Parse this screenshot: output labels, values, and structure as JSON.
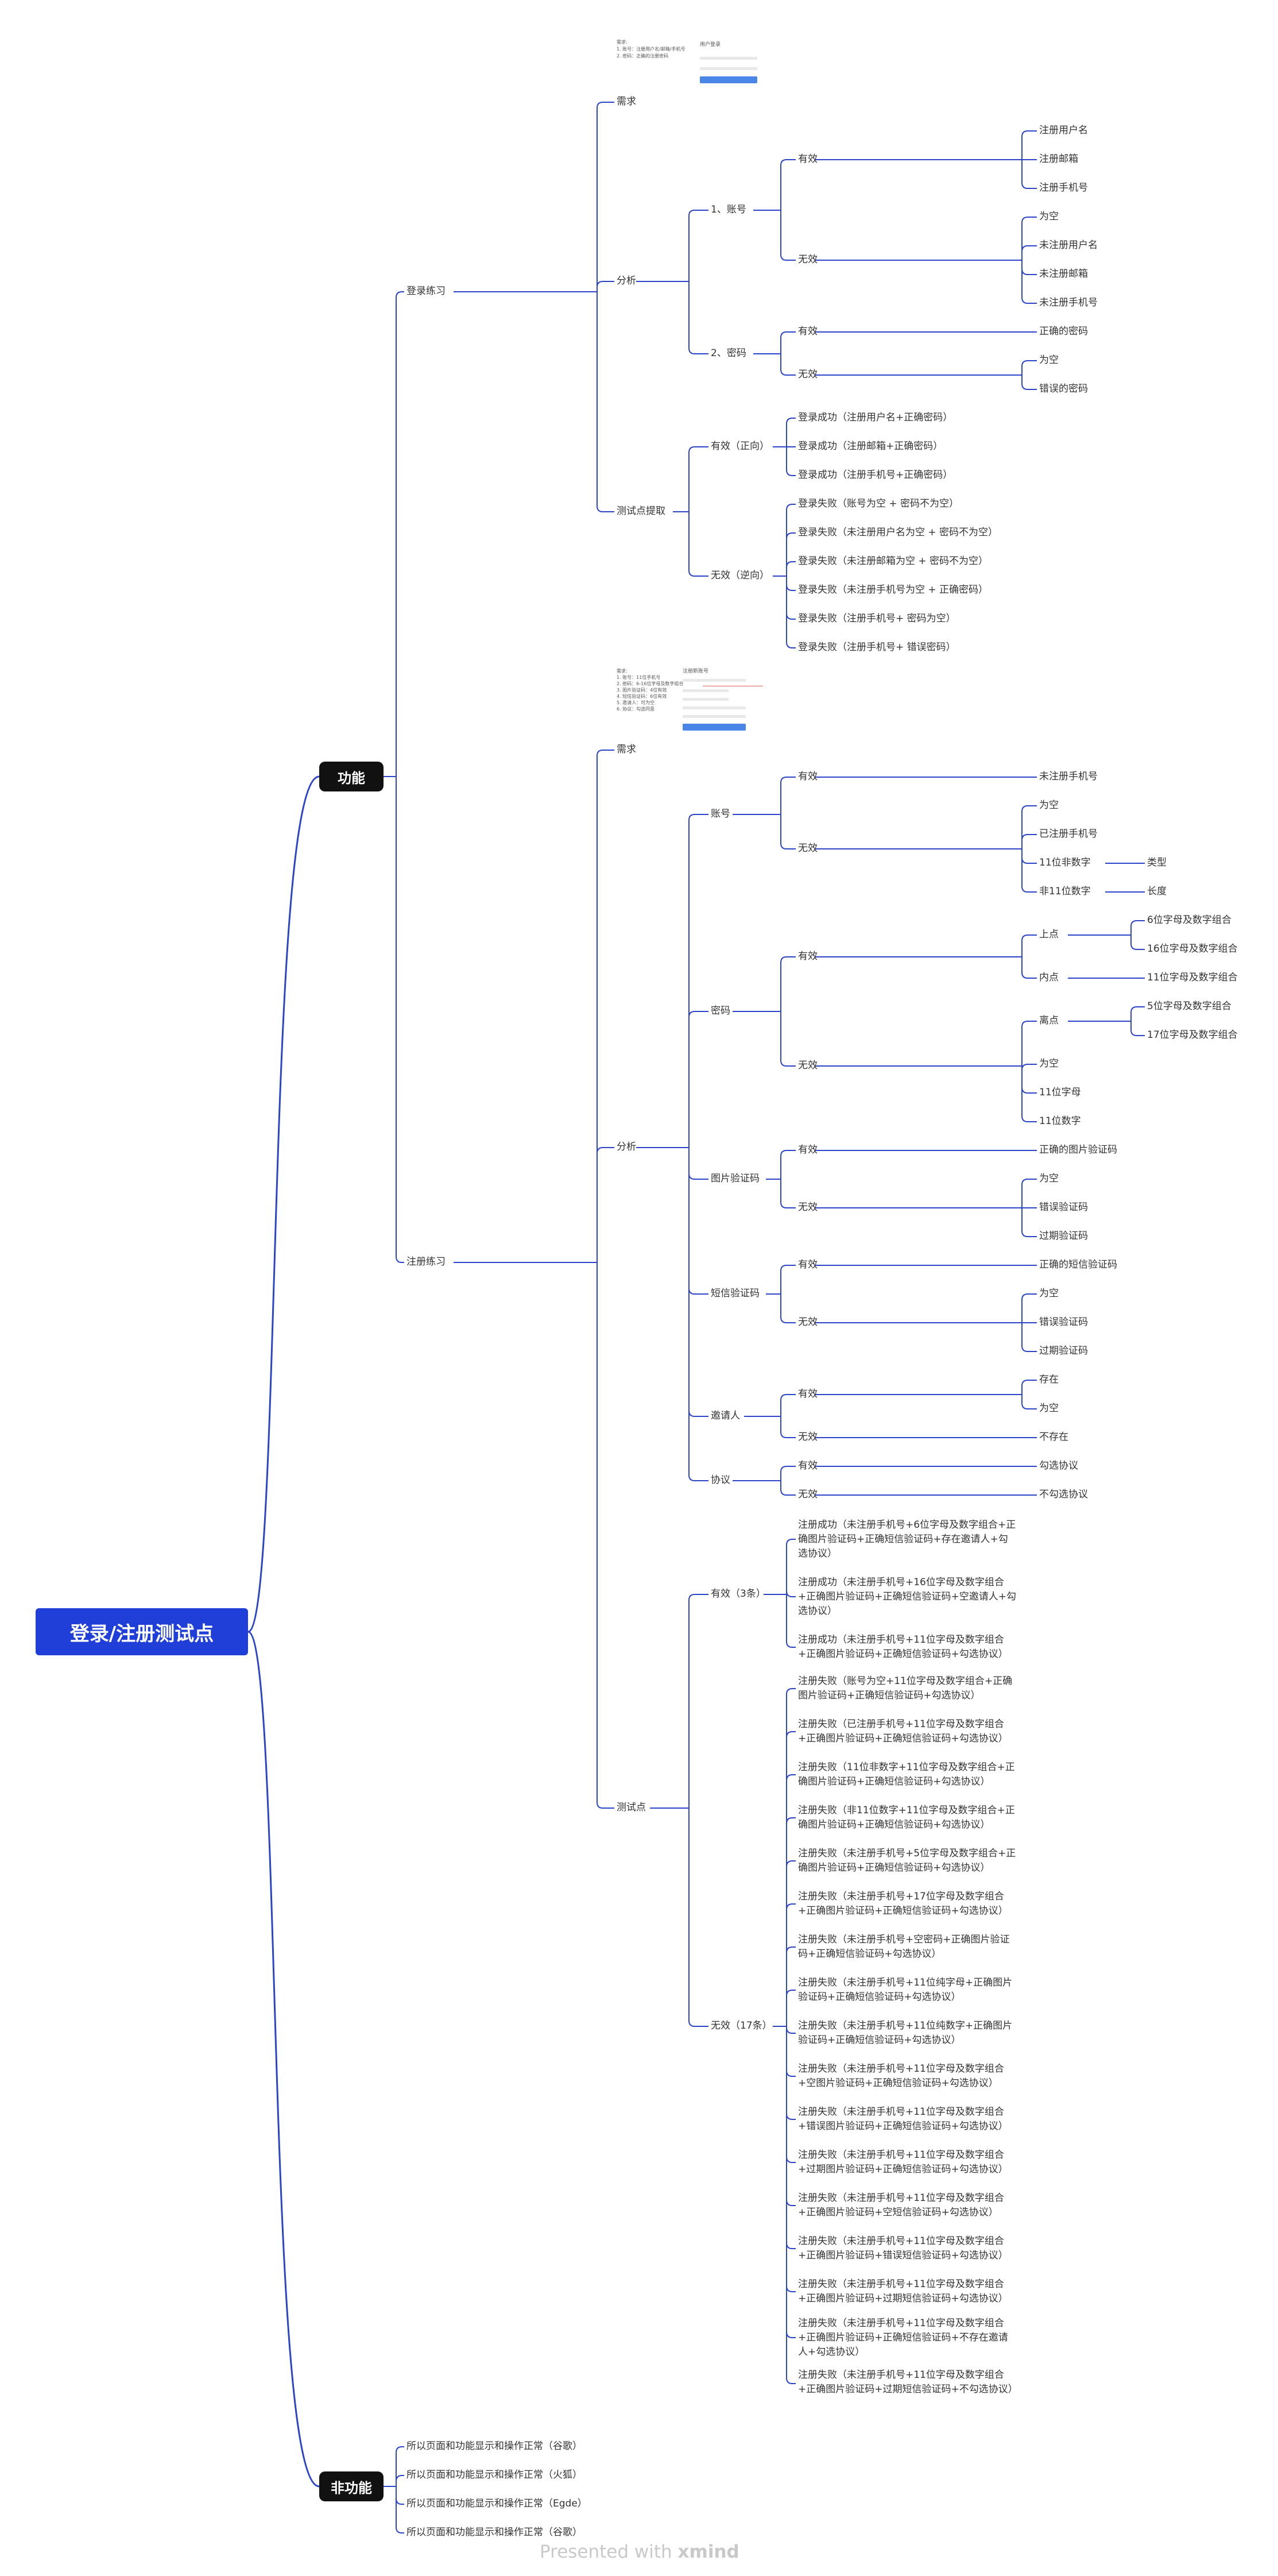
{
  "root": "登录/注册测试点",
  "functional": {
    "label": "功能",
    "login": {
      "label": "登录练习",
      "req": "需求",
      "thumb": {
        "title": "用户登录",
        "notes": [
          "需求:",
          "1. 账号：注册用户名/邮箱/手机号",
          "2. 密码：正确的注册密码"
        ]
      },
      "analysis": "分析",
      "acct": "1、账号",
      "acct_valid": "有效",
      "acct_valid_items": [
        "注册用户名",
        "注册邮箱",
        "注册手机号"
      ],
      "acct_invalid": "无效",
      "acct_invalid_items": [
        "为空",
        "未注册用户名",
        "未注册邮箱",
        "未注册手机号"
      ],
      "pwd": "2、密码",
      "pwd_valid": "有效",
      "pwd_valid_item": "正确的密码",
      "pwd_invalid": "无效",
      "pwd_invalid_items": [
        "为空",
        "错误的密码"
      ],
      "tp": "测试点提取",
      "tp_valid": "有效（正向）",
      "tp_valid_items": [
        "登录成功（注册用户名+正确密码）",
        "登录成功（注册邮箱+正确密码）",
        "登录成功（注册手机号+正确密码）"
      ],
      "tp_invalid": "无效（逆向）",
      "tp_invalid_items": [
        "登录失败（账号为空 + 密码不为空）",
        "登录失败（未注册用户名为空 + 密码不为空）",
        "登录失败（未注册邮箱为空 + 密码不为空）",
        "登录失败（未注册手机号为空 + 正确密码）",
        "登录失败（注册手机号+ 密码为空）",
        "登录失败（注册手机号+ 错误密码）"
      ]
    },
    "register": {
      "label": "注册练习",
      "req": "需求",
      "thumb": {
        "title": "注册新账号",
        "notes": [
          "需求:",
          "1. 账号：11位手机号",
          "2. 密码：6-16位字母及数字组合",
          "3. 图片验证码：4位有效",
          "4. 短信验证码：6位有效",
          "5. 邀请人：可为空",
          "6. 协议：勾选同意"
        ]
      },
      "analysis": "分析",
      "acct": "账号",
      "acct_valid": "有效",
      "acct_valid_item": "未注册手机号",
      "acct_invalid": "无效",
      "acct_invalid_items": [
        "为空",
        "已注册手机号",
        "11位非数字",
        "非11位数字"
      ],
      "acct_leaf_type": "类型",
      "acct_leaf_len": "长度",
      "pwd": "密码",
      "pwd_valid": "有效",
      "pwd_upper": "上点",
      "pwd_upper_items": [
        "6位字母及数字组合",
        "16位字母及数字组合"
      ],
      "pwd_inner": "内点",
      "pwd_inner_item": "11位字母及数字组合",
      "pwd_invalid": "无效",
      "pwd_off": "离点",
      "pwd_off_items": [
        "5位字母及数字组合",
        "17位字母及数字组合"
      ],
      "pwd_invalid_items": [
        "为空",
        "11位字母",
        "11位数字"
      ],
      "img": "图片验证码",
      "img_valid": "有效",
      "img_valid_item": "正确的图片验证码",
      "img_invalid": "无效",
      "img_invalid_items": [
        "为空",
        "错误验证码",
        "过期验证码"
      ],
      "sms": "短信验证码",
      "sms_valid": "有效",
      "sms_valid_item": "正确的短信验证码",
      "sms_invalid": "无效",
      "sms_invalid_items": [
        "为空",
        "错误验证码",
        "过期验证码"
      ],
      "inviter": "邀请人",
      "inv_valid": "有效",
      "inv_valid_items": [
        "存在",
        "为空"
      ],
      "inv_invalid": "无效",
      "inv_invalid_item": "不存在",
      "agree": "协议",
      "agree_valid": "有效",
      "agree_valid_item": "勾选协议",
      "agree_invalid": "无效",
      "agree_invalid_item": "不勾选协议",
      "tp": "测试点",
      "tp_valid": "有效（3条）",
      "tp_valid_items": [
        "注册成功（未注册手机号+6位字母及数字组合+正确图片验证码+正确短信验证码+存在邀请人+勾选协议）",
        "注册成功（未注册手机号+16位字母及数字组合+正确图片验证码+正确短信验证码+空邀请人+勾选协议）",
        "注册成功（未注册手机号+11位字母及数字组合+正确图片验证码+正确短信验证码+勾选协议）"
      ],
      "tp_invalid": "无效（17条）",
      "tp_invalid_items": [
        "注册失败（账号为空+11位字母及数字组合+正确图片验证码+正确短信验证码+勾选协议）",
        "注册失败（已注册手机号+11位字母及数字组合+正确图片验证码+正确短信验证码+勾选协议）",
        "注册失败（11位非数字+11位字母及数字组合+正确图片验证码+正确短信验证码+勾选协议）",
        "注册失败（非11位数字+11位字母及数字组合+正确图片验证码+正确短信验证码+勾选协议）",
        "注册失败（未注册手机号+5位字母及数字组合+正确图片验证码+正确短信验证码+勾选协议）",
        "注册失败（未注册手机号+17位字母及数字组合+正确图片验证码+正确短信验证码+勾选协议）",
        "注册失败（未注册手机号+空密码+正确图片验证码+正确短信验证码+勾选协议）",
        "注册失败（未注册手机号+11位纯字母+正确图片验证码+正确短信验证码+勾选协议）",
        "注册失败（未注册手机号+11位纯数字+正确图片验证码+正确短信验证码+勾选协议）",
        "注册失败（未注册手机号+11位字母及数字组合+空图片验证码+正确短信验证码+勾选协议）",
        "注册失败（未注册手机号+11位字母及数字组合+错误图片验证码+正确短信验证码+勾选协议）",
        "注册失败（未注册手机号+11位字母及数字组合+过期图片验证码+正确短信验证码+勾选协议）",
        "注册失败（未注册手机号+11位字母及数字组合+正确图片验证码+空短信验证码+勾选协议）",
        "注册失败（未注册手机号+11位字母及数字组合+正确图片验证码+错误短信验证码+勾选协议）",
        "注册失败（未注册手机号+11位字母及数字组合+正确图片验证码+过期短信验证码+勾选协议）",
        "注册失败（未注册手机号+11位字母及数字组合+正确图片验证码+正确短信验证码+不存在邀请人+勾选协议）",
        "注册失败（未注册手机号+11位字母及数字组合+正确图片验证码+过期短信验证码+不勾选协议）"
      ]
    }
  },
  "nonfunctional": {
    "label": "非功能",
    "items": [
      "所以页面和功能显示和操作正常（谷歌）",
      "所以页面和功能显示和操作正常（火狐）",
      "所以页面和功能显示和操作正常（Egde）",
      "所以页面和功能显示和操作正常（谷歌）"
    ]
  },
  "footer": {
    "prefix": "Presented with",
    "brand": "xmind"
  },
  "colors": {
    "line": "#2b44c9",
    "root_bg": "#1f3fd8",
    "l1_bg": "#111111"
  }
}
